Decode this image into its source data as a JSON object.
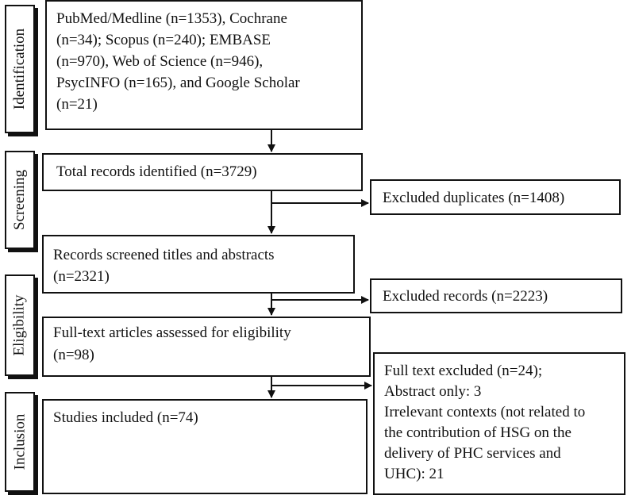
{
  "stages": {
    "identification": "Identification",
    "screening": "Screening",
    "eligibility": "Eligibility",
    "inclusion": "Inclusion"
  },
  "boxes": {
    "databases": [
      "PubMed/Medline (n=1353), Cochrane",
      "(n=34); Scopus (n=240); EMBASE",
      "(n=970), Web of Science (n=946),",
      "PsycINFO (n=165), and Google Scholar",
      "(n=21)"
    ],
    "total_identified": [
      "Total records identified (n=3729)"
    ],
    "excluded_duplicates": [
      "Excluded duplicates (n=1408)"
    ],
    "screened": [
      "Records screened titles and abstracts",
      "(n=2321)"
    ],
    "excluded_records": [
      "Excluded records (n=2223)"
    ],
    "fulltext_assessed": [
      "Full-text articles assessed for eligibility",
      "(n=98)"
    ],
    "fulltext_excluded": [
      "Full text excluded (n=24);",
      "Abstract only: 3",
      "Irrelevant contexts (not related to",
      "the contribution of HSG on the",
      "delivery of  PHC services and",
      "UHC): 21"
    ],
    "included": [
      "Studies included (n=74)"
    ]
  }
}
